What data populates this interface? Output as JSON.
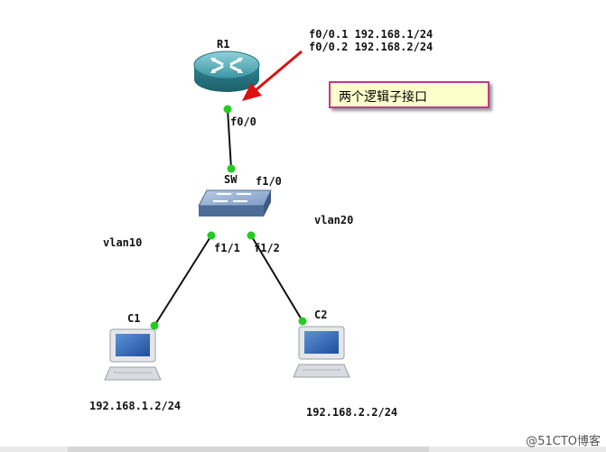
{
  "router": {
    "name": "R1",
    "port_label": "f0/0"
  },
  "subinterfaces": [
    "f0/0.1 192.168.1/24",
    "f0/0.2 192.168.2/24"
  ],
  "note": {
    "text": "两个逻辑子接口"
  },
  "switch": {
    "name": "SW",
    "uplink_label": "f1/0",
    "port1_label": "f1/1",
    "port2_label": "f1/2"
  },
  "vlans": {
    "left": "vlan10",
    "right": "vlan20"
  },
  "hosts": [
    {
      "name": "C1",
      "ip": "192.168.1.2/24"
    },
    {
      "name": "C2",
      "ip": "192.168.2.2/24"
    }
  ],
  "colors": {
    "link_dot": "#22cc22",
    "arrow": "#dd1111",
    "note_border": "#c0398a",
    "note_fill": "#ffffcc"
  },
  "watermark": "@51CTO博客"
}
